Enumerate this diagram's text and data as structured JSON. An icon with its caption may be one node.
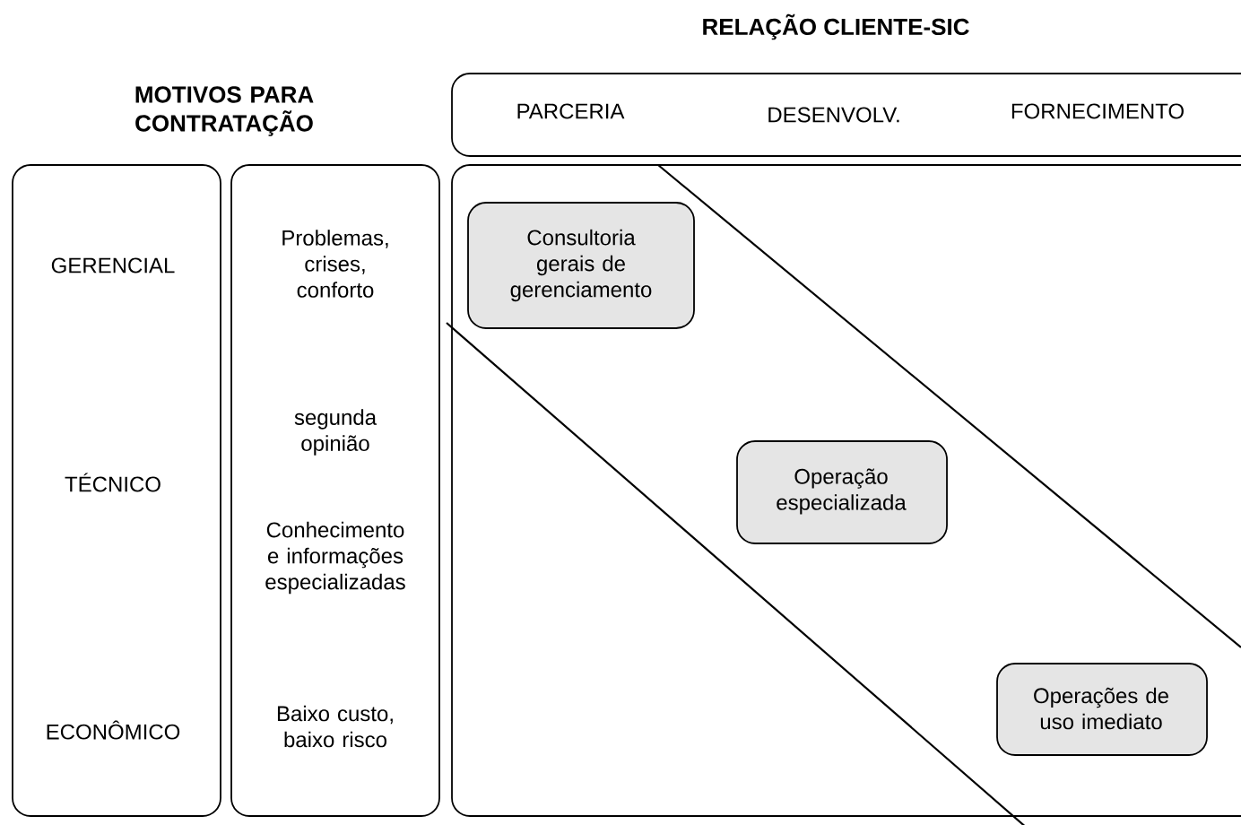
{
  "diagram": {
    "title": "RELAÇÃO CLIENTE-SIC",
    "nodes": [
      {
        "text": [
          "PARCERIA",
          "DESENVOLV.",
          "FORNECIMENTO"
        ]
      },
      {
        "text": [
          "GERENCIAL",
          "TÉCNICO",
          "ECONÔMICO"
        ]
      },
      {
        "text": [
          "Problemas, crises, conforto",
          "segunda opinião",
          "Conhecimento e informações especializadas",
          "Baixo custo, baixo risco"
        ]
      },
      {
        "text": [],
        "shape": "box"
      },
      {
        "text": [
          "Consultoria gerais de gerenciamento"
        ],
        "in": 3
      },
      {
        "text": [
          "Operação especializada"
        ],
        "in": 3
      },
      {
        "text": [
          "Operações de uso imediato"
        ],
        "in": 3
      }
    ],
    "edges": [],
    "labels": [
      "MOTIVOS PARA CONTRATAÇÃO"
    ]
  }
}
